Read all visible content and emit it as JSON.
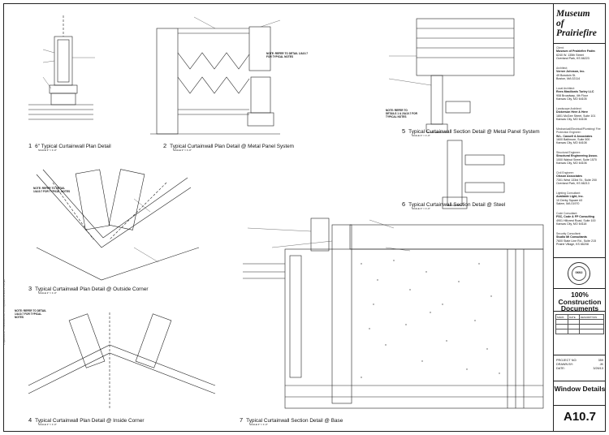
{
  "project": {
    "title_lines": [
      "Museum",
      "of",
      "Prairiefire"
    ]
  },
  "consultants": [
    {
      "role": "Client:",
      "firm": "Museum of Prairiefire Fndtn",
      "lines": [
        "6240 W. 135th Street",
        "Overland Park, KS 66223"
      ]
    },
    {
      "role": "Architect:",
      "firm": "Verner Johnson, Inc.",
      "lines": [
        "49 Bowdoin St.",
        "Boston, MA 02114"
      ]
    },
    {
      "role": "Local Architect:",
      "firm": "Rees Masilionis Turley LLC",
      "lines": [
        "908 Broadway, 4th Floor",
        "Kansas City, MO 64105"
      ]
    },
    {
      "role": "Landscape Architect:",
      "firm": "Dickerson Here & Here",
      "lines": [
        "1801 McGee Street, Suite 101",
        "Kansas City, MO 64108"
      ]
    },
    {
      "role": "Mechanical/Electrical/Plumbing/ Fire Protection Engineer:",
      "firm": "W.L. Cassell & Associates",
      "lines": [
        "1600 Baltimore, Suite 500",
        "Kansas City, MO 64108"
      ]
    },
    {
      "role": "Structural Engineer:",
      "firm": "Structural Engineering Assoc.",
      "lines": [
        "1000 Walnut Street, Suite 1570",
        "Kansas City, MO 64106"
      ]
    },
    {
      "role": "Civil Engineer:",
      "firm": "Olsson Associates",
      "lines": [
        "7301 West 133rd St., Suite 200",
        "Overland Park, KS 66213"
      ]
    },
    {
      "role": "Lighting Consultant:",
      "firm": "Available Light, Inc.",
      "lines": [
        "10 Derby Square #3",
        "Salem, MA 01970"
      ]
    },
    {
      "role": "Code Consultant:",
      "firm": "FSC, Code & FP Consulting",
      "lines": [
        "4901 Hillcrest Road, Suite 100",
        "Kansas City, MO 64118"
      ]
    },
    {
      "role": "Security Consultant:",
      "firm": "Studio Mi Consultants",
      "lines": [
        "7600 State Line Rd., Suite 215",
        "Prairie Village, KS 66208"
      ]
    }
  ],
  "stamp": {
    "number": "0602"
  },
  "status": "100% Construction Documents",
  "revisions": {
    "headers": [
      "MARK",
      "DATE",
      "DESCRIPTION"
    ],
    "rows": [
      [
        "",
        "",
        ""
      ],
      [
        "",
        "",
        ""
      ],
      [
        "",
        "",
        ""
      ]
    ]
  },
  "meta": [
    {
      "label": "PROJECT NO:",
      "value": "359"
    },
    {
      "label": "DRAWN BY:",
      "value": "JK"
    },
    {
      "label": "DATE:",
      "value": "3/26/13"
    }
  ],
  "sheet_title": "Window Details",
  "sheet_number": "A10.7",
  "details": [
    {
      "num": "1",
      "title": "6\" Typical Curtainwall Plan Detail",
      "scale": "SCALE 3\" = 1'-0\""
    },
    {
      "num": "2",
      "title": "Typical Curtainwall Plan Detail @ Metal Panel System",
      "scale": "SCALE 3\" = 1'-0\""
    },
    {
      "num": "3",
      "title": "Typical Curtainwall Plan Detail @ Outside Corner",
      "scale": "SCALE 3\" = 1'-0\""
    },
    {
      "num": "4",
      "title": "Typical Curtainwall Plan Detail @ Inside Corner",
      "scale": "SCALE 3\" = 1'-0\""
    },
    {
      "num": "5",
      "title": "Typical Curtainwall Section Detail @ Metal Panel System",
      "scale": "SCALE 3\" = 1'-0\""
    },
    {
      "num": "6",
      "title": "Typical Curtainwall Section Detail @ Steel",
      "scale": "SCALE 3\" = 1'-0\""
    },
    {
      "num": "7",
      "title": "Typical Curtainwall Section Detail @ Base",
      "scale": "SCALE 3\" = 1'-0\""
    }
  ],
  "notes": {
    "refer_a": "NOTE: REFER TO DETAIL 1/A10.7 FOR TYPICAL NOTES",
    "refer_b": "NOTE: REFER TO DETAILS 1 & 2/A10.7 FOR TYPICAL NOTES"
  },
  "side_text": "Projects/359 - Prairiefire/CAD In Progress/359 MOPF CD.pln"
}
